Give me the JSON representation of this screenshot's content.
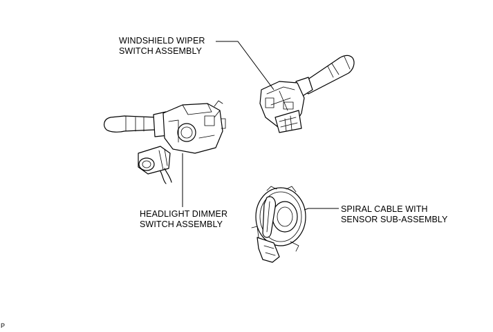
{
  "labels": {
    "wiper": {
      "line1": "WINDSHIELD WIPER",
      "line2": "SWITCH ASSEMBLY"
    },
    "dimmer": {
      "line1": "HEADLIGHT DIMMER",
      "line2": "SWITCH ASSEMBLY"
    },
    "spiral": {
      "line1": "SPIRAL CABLE WITH",
      "line2": "SENSOR SUB-ASSEMBLY"
    }
  },
  "reference_code": "P",
  "colors": {
    "line": "#000000",
    "background": "#ffffff"
  }
}
